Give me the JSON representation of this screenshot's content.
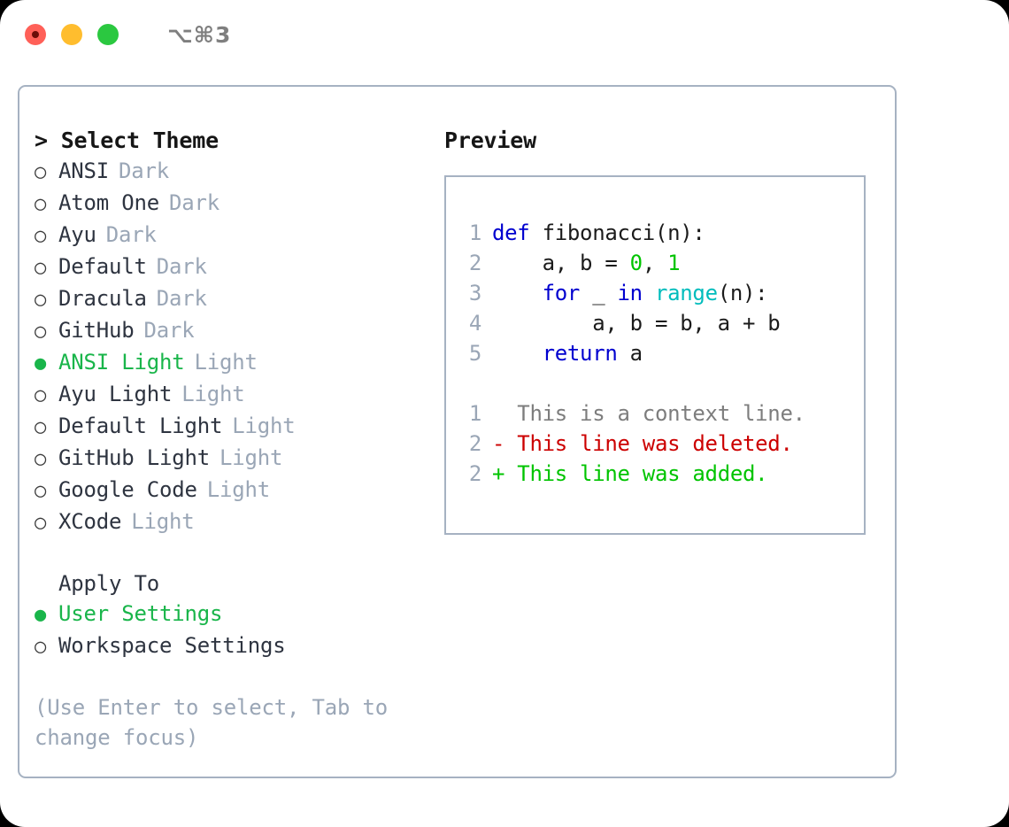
{
  "titlebar": {
    "traffic_lights": [
      "close-red",
      "minimize-yellow",
      "zoom-green"
    ],
    "shortcut": "⌥⌘3"
  },
  "theme_panel": {
    "heading": "> Select Theme",
    "items": [
      {
        "marker": "○",
        "name": "ANSI",
        "kind": "Dark",
        "selected": false
      },
      {
        "marker": "○",
        "name": "Atom One",
        "kind": "Dark",
        "selected": false
      },
      {
        "marker": "○",
        "name": "Ayu",
        "kind": "Dark",
        "selected": false
      },
      {
        "marker": "○",
        "name": "Default",
        "kind": "Dark",
        "selected": false
      },
      {
        "marker": "○",
        "name": "Dracula",
        "kind": "Dark",
        "selected": false
      },
      {
        "marker": "○",
        "name": "GitHub",
        "kind": "Dark",
        "selected": false
      },
      {
        "marker": "●",
        "name": "ANSI Light",
        "kind": "Light",
        "selected": true
      },
      {
        "marker": "○",
        "name": "Ayu Light",
        "kind": "Light",
        "selected": false
      },
      {
        "marker": "○",
        "name": "Default Light",
        "kind": "Light",
        "selected": false
      },
      {
        "marker": "○",
        "name": "GitHub Light",
        "kind": "Light",
        "selected": false
      },
      {
        "marker": "○",
        "name": "Google Code",
        "kind": "Light",
        "selected": false
      },
      {
        "marker": "○",
        "name": "XCode",
        "kind": "Light",
        "selected": false
      }
    ],
    "apply_to": {
      "heading": "Apply To",
      "options": [
        {
          "marker": "●",
          "name": "User Settings",
          "selected": true
        },
        {
          "marker": "○",
          "name": "Workspace Settings",
          "selected": false
        }
      ]
    },
    "hint": "(Use Enter to select, Tab to change focus)"
  },
  "preview": {
    "title": "Preview",
    "code_lines": [
      {
        "no": "1",
        "tokens": [
          {
            "t": "def ",
            "c": "kw"
          },
          {
            "t": "fibonacci(n):",
            "c": "plain"
          }
        ]
      },
      {
        "no": "2",
        "tokens": [
          {
            "t": "    a, b = ",
            "c": "plain"
          },
          {
            "t": "0",
            "c": "num"
          },
          {
            "t": ", ",
            "c": "plain"
          },
          {
            "t": "1",
            "c": "num"
          }
        ]
      },
      {
        "no": "3",
        "tokens": [
          {
            "t": "    ",
            "c": "plain"
          },
          {
            "t": "for",
            "c": "kw"
          },
          {
            "t": " _ ",
            "c": "plain"
          },
          {
            "t": "in",
            "c": "kw"
          },
          {
            "t": " ",
            "c": "plain"
          },
          {
            "t": "range",
            "c": "fn"
          },
          {
            "t": "(n):",
            "c": "plain"
          }
        ]
      },
      {
        "no": "4",
        "tokens": [
          {
            "t": "        a, b = b, a + b",
            "c": "plain"
          }
        ]
      },
      {
        "no": "5",
        "tokens": [
          {
            "t": "    ",
            "c": "plain"
          },
          {
            "t": "return",
            "c": "kw"
          },
          {
            "t": " a",
            "c": "plain"
          }
        ]
      }
    ],
    "diff_lines": [
      {
        "no": "1",
        "sign": " ",
        "text": " This is a context line.",
        "kind": "ctx"
      },
      {
        "no": "2",
        "sign": "-",
        "text": " This line was deleted.",
        "kind": "del"
      },
      {
        "no": "2",
        "sign": "+",
        "text": " This line was added.",
        "kind": "add"
      }
    ]
  },
  "colors": {
    "accent_green": "#19b54a",
    "muted": "#9aa6b6",
    "border": "#a6b2c2",
    "keyword": "#0000cf",
    "function": "#00bcbc",
    "number": "#00c400",
    "diff_delete": "#cc0000",
    "diff_add": "#00c400",
    "dot_red": "#ff6058",
    "dot_yellow": "#ffbd2e",
    "dot_green": "#2bc840"
  }
}
